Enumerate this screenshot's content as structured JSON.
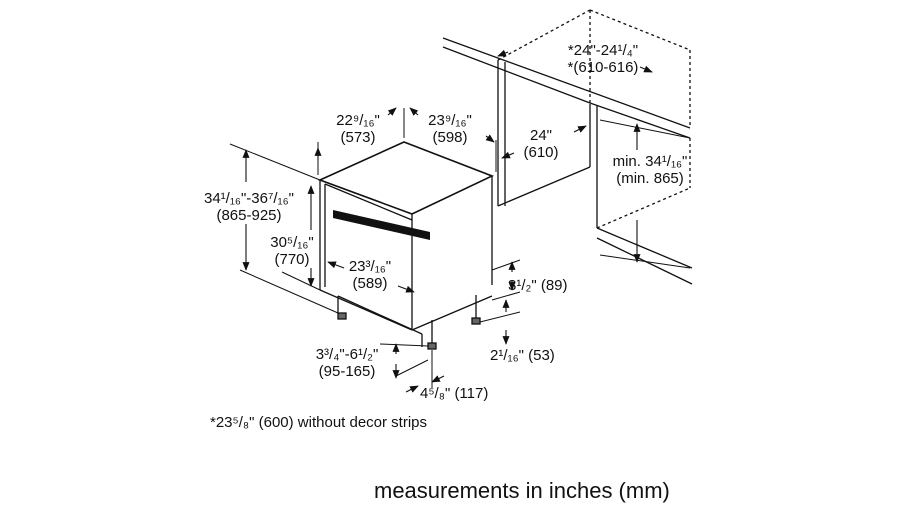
{
  "dimensions": {
    "cab_width": {
      "line1": "*24\"-24¹/₄\"",
      "line2": "*(610-616)"
    },
    "cab_depth": {
      "line1": "24\"",
      "line2": "(610)"
    },
    "cab_height": {
      "line1": "min. 34¹/₁₆\"",
      "line2": "(min. 865)"
    },
    "depth_a": {
      "line1": "22⁹/₁₆\"",
      "line2": "(573)"
    },
    "depth_b": {
      "line1": "23⁹/₁₆\"",
      "line2": "(598)"
    },
    "total_height": {
      "line1": "34¹/₁₆\"-36⁷/₁₆\"",
      "line2": "(865-925)"
    },
    "door_height": {
      "line1": "30⁵/₁₆\"",
      "line2": "(770)"
    },
    "width": {
      "line1": "23³/₁₆\"",
      "line2": "(589)"
    },
    "plinth_gap": {
      "line1": "3¹/₂\" (89)"
    },
    "foot_height": {
      "line1": "2¹/₁₆\" (53)"
    },
    "leg_height": {
      "line1": "3³/₄\"-6¹/₂\"",
      "line2": "(95-165)"
    },
    "leg_offset": {
      "line1": "4⁵/₈\" (117)"
    }
  },
  "footnote": "*23⁵/₈\" (600) without decor strips",
  "caption": "measurements in inches (mm)"
}
